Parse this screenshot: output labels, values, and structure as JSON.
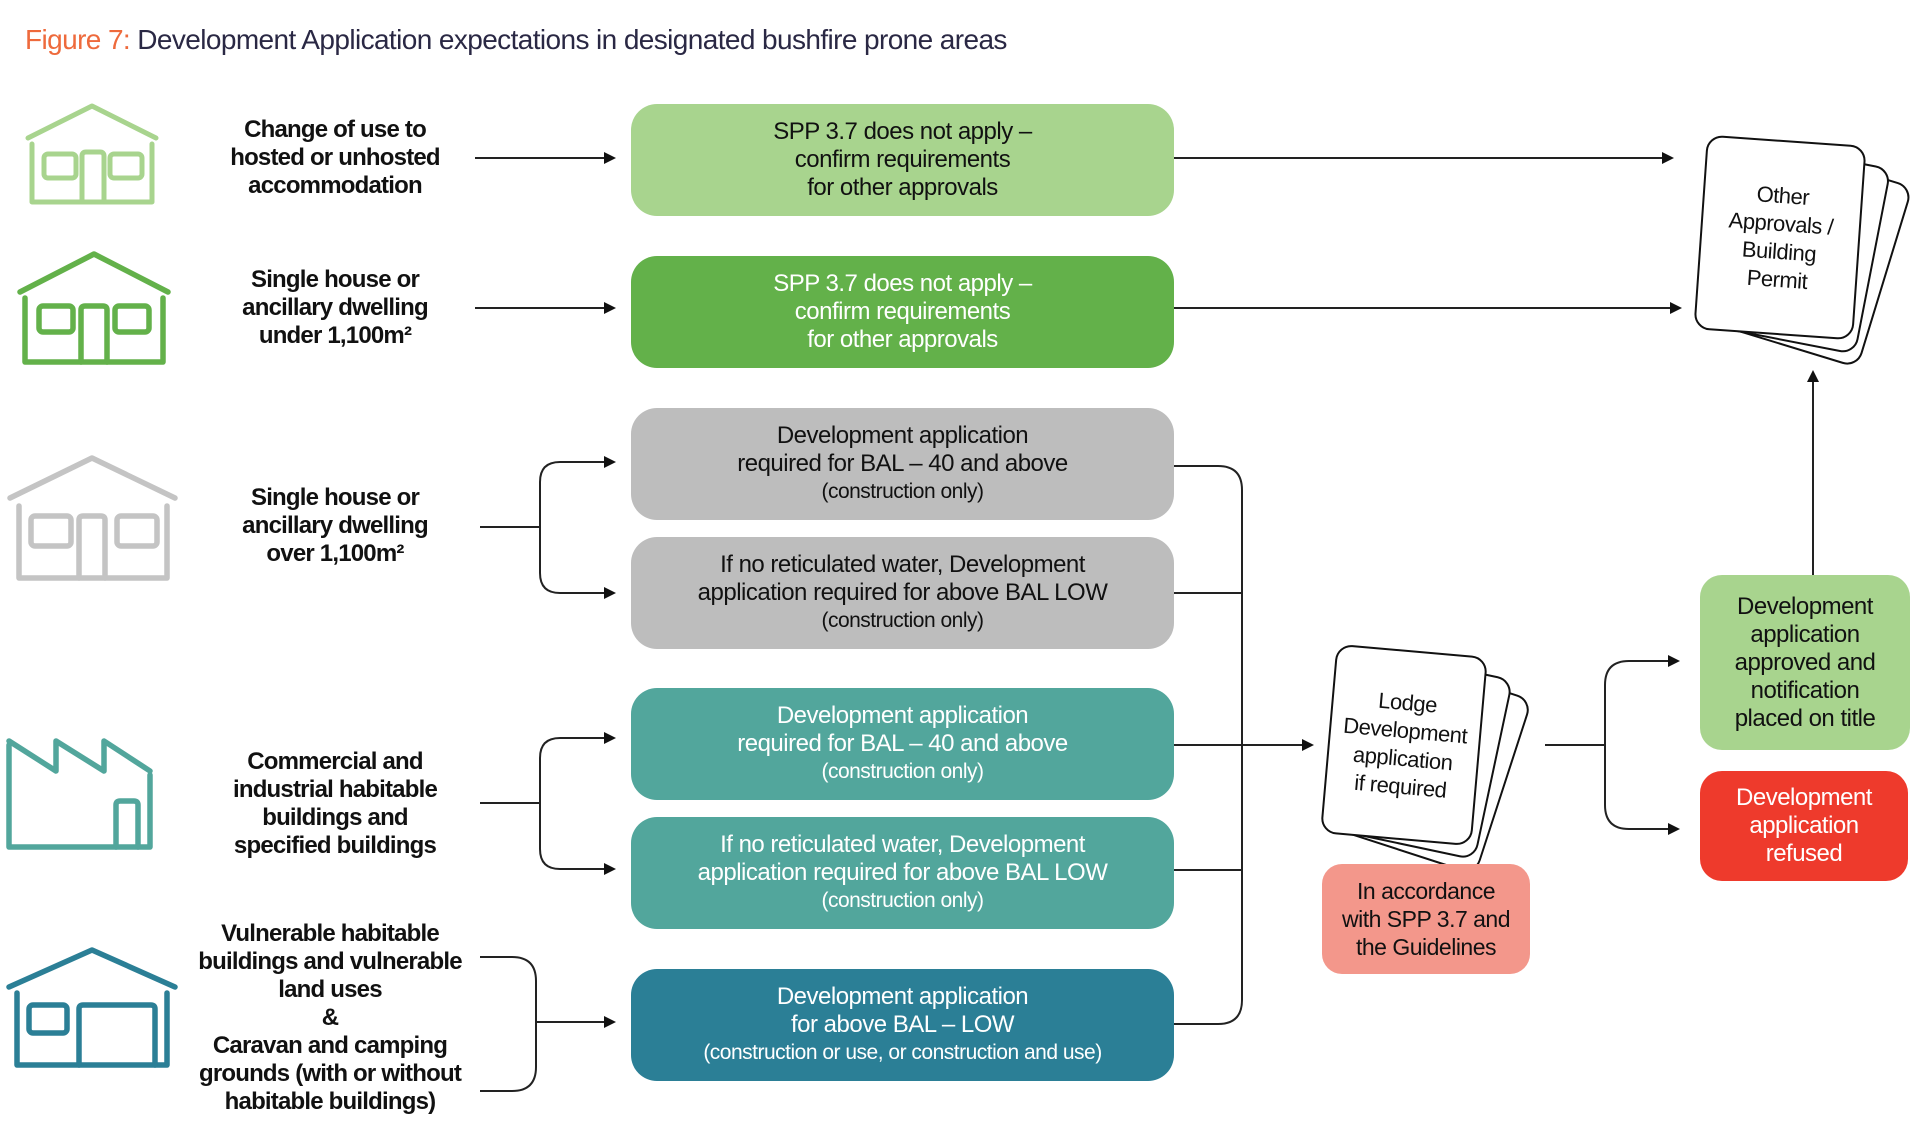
{
  "title": {
    "prefix": "Figure 7:",
    "text": " Development Application expectations in designated bushfire prone areas"
  },
  "colors": {
    "light_green": "#a8d48e",
    "green": "#63b14a",
    "grey": "#bdbdbd",
    "teal": "#52a69c",
    "dark_teal": "#2b7f96",
    "pink": "#f3978b",
    "red": "#ee3a2c",
    "accent_orange": "#ee6a3c"
  },
  "categories": [
    {
      "icon": "house-icon",
      "label": "Change of use to\nhosted or unhosted\naccommodation"
    },
    {
      "icon": "house-icon",
      "label": "Single house or\nancillary dwelling\nunder 1,100m²"
    },
    {
      "icon": "house-icon",
      "label": "Single house or\nancillary dwelling\nover 1,100m²"
    },
    {
      "icon": "factory-icon",
      "label": "Commercial and\nindustrial habitable\nbuildings and\nspecified buildings"
    },
    {
      "icon": "garage-house-icon",
      "label": "Vulnerable habitable\nbuildings and vulnerable\nland uses\n&\nCaravan and camping\ngrounds (with or without\nhabitable buildings)"
    }
  ],
  "requirements": [
    {
      "main": "SPP 3.7 does not apply –\nconfirm requirements\nfor other approvals",
      "sub": ""
    },
    {
      "main": "SPP 3.7 does not apply –\nconfirm requirements\nfor other approvals",
      "sub": ""
    },
    {
      "main": "Development application\nrequired for BAL – 40 and above",
      "sub": "(construction only)"
    },
    {
      "main": "If no reticulated water, Development\napplication required for above BAL LOW",
      "sub": "(construction only)"
    },
    {
      "main": "Development application\nrequired for BAL – 40 and above",
      "sub": "(construction only)"
    },
    {
      "main": "If no reticulated water, Development\napplication required for above BAL LOW",
      "sub": "(construction only)"
    },
    {
      "main": "Development application\nfor above BAL – LOW",
      "sub": "(construction or use, or construction and use)"
    }
  ],
  "lodge_card": "Lodge\nDevelopment\napplication\nif required",
  "accordance_note": "In accordance\nwith SPP 3.7 and\nthe Guidelines",
  "outcomes": {
    "approved": "Development\napplication\napproved and\nnotification\nplaced on title",
    "refused": "Development\napplication\nrefused"
  },
  "other_approvals_card": "Other\nApprovals /\nBuilding\nPermit"
}
